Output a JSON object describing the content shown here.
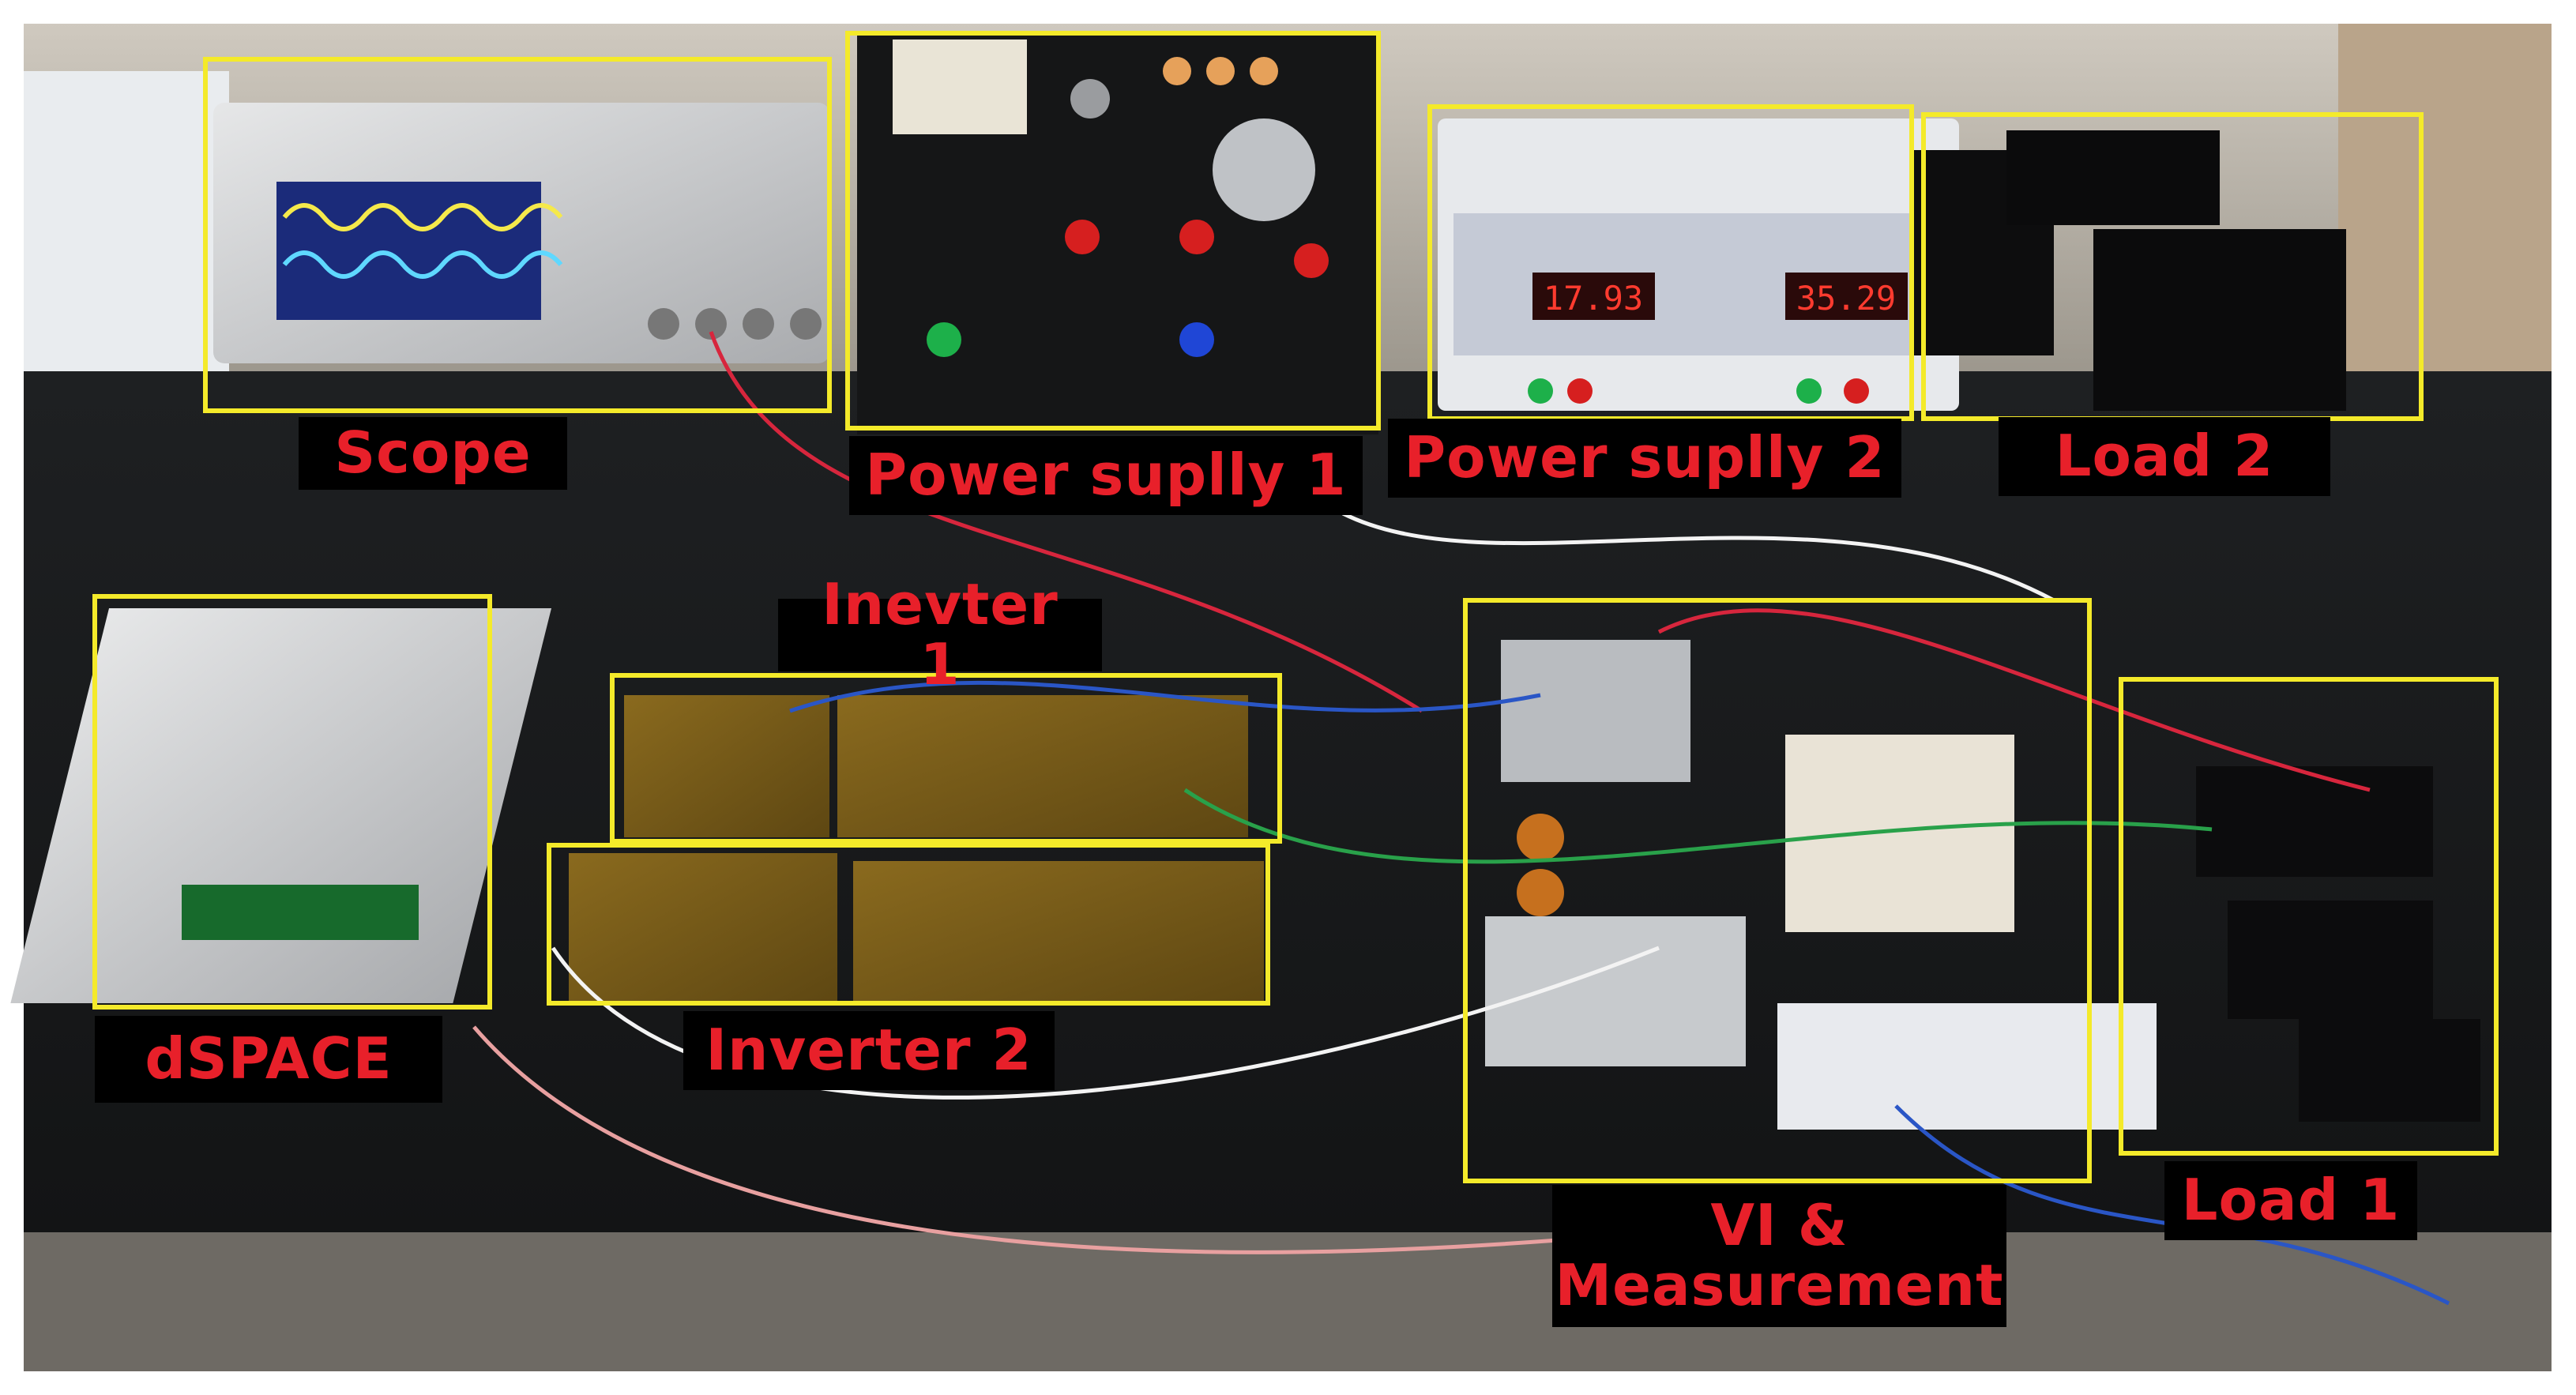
{
  "labels": {
    "scope": "Scope",
    "power_supply_1": "Power suplly 1",
    "power_supply_2": "Power suplly 2",
    "load_2": "Load 2",
    "inverter_1": "Inevter 1",
    "dspace": "dSPACE",
    "inverter_2": "Inverter 2",
    "vi_measurement_line1": "VI &",
    "vi_measurement_line2": "Measurement",
    "load_1": "Load 1"
  },
  "readouts": {
    "ps2_left": "17.93",
    "ps2_right": "35.29"
  },
  "colors": {
    "box_outline": "#f4ea2a",
    "label_text": "#e8202a",
    "label_bg": "#000000"
  }
}
